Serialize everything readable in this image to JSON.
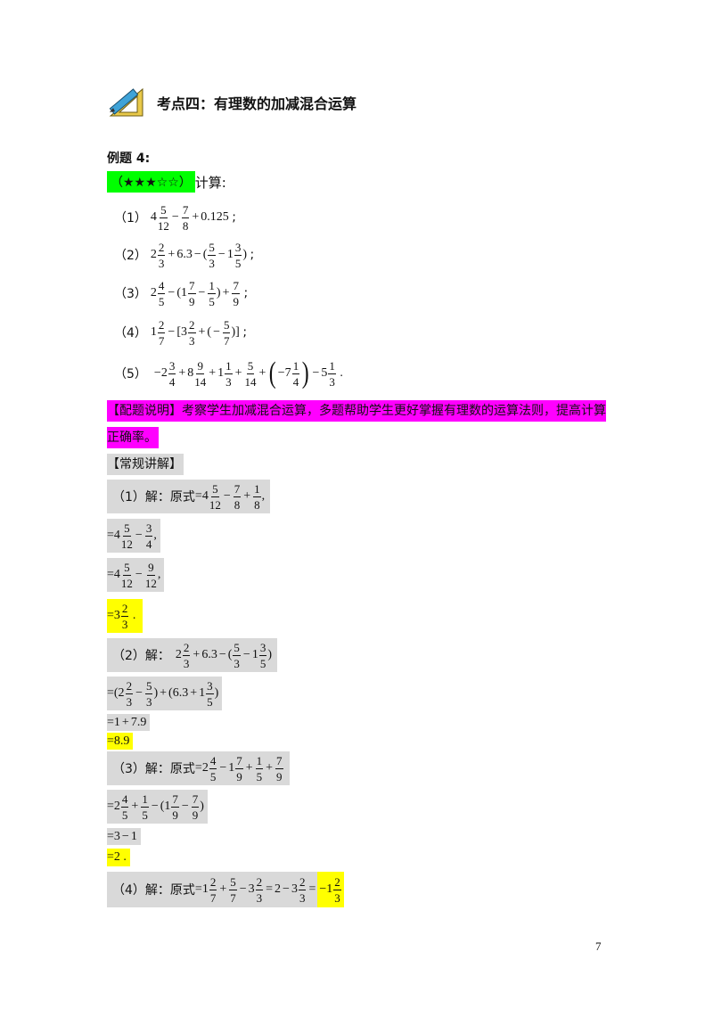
{
  "section": {
    "title": "考点四：有理数的加减混合运算",
    "icon": "pencil-ruler-icon"
  },
  "example": {
    "label": "例题 4:",
    "stars_tag": "（★★★☆☆）",
    "prompt": "计算:",
    "items": {
      "i1": "（1）",
      "i2": "（2）",
      "i3": "（3）",
      "i4": "（4）",
      "i5": "（5）"
    }
  },
  "note": {
    "line1": "【配题说明】考察学生加减混合运算，多题帮助学生更好掌握有理数的运算法则，提高计算",
    "line2": "正确率。"
  },
  "solution": {
    "header": "【常规讲解】",
    "s1_prefix": "（1）解：原式",
    "s2_prefix": "（2）解：",
    "s3_prefix": "（3）解：原式",
    "s4_prefix": "（4）解：原式"
  },
  "page_number": "7",
  "colors": {
    "green": "#00ff00",
    "magenta": "#ff00ff",
    "yellow": "#ffff00",
    "gray": "#d9d9d9"
  }
}
